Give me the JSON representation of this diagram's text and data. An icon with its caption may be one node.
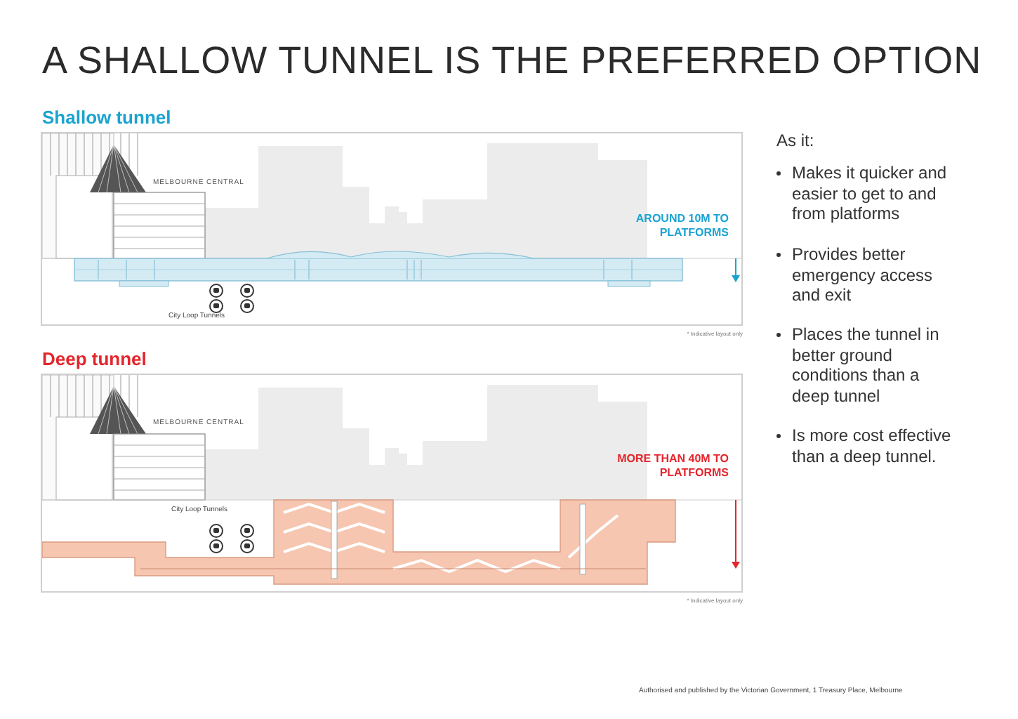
{
  "diagram": {
    "title": "A SHALLOW TUNNEL IS THE PREFERRED OPTION",
    "nodes": [
      {
        "text": [
          "Shallow tunnel",
          "MELBOURNE CENTRAL",
          "AROUND 10M TO PLATFORMS",
          "City Loop Tunnels"
        ],
        "beside": [
          "* Indicative layout only"
        ]
      },
      {
        "text": [
          "Deep tunnel",
          "MELBOURNE CENTRAL",
          "MORE THAN 40M TO PLATFORMS",
          "City Loop Tunnels"
        ],
        "beside": [
          "* Indicative layout only"
        ]
      }
    ],
    "labels": [
      "As it:",
      "Makes it quicker and easier to get to and from platforms",
      "Provides better emergency access and exit",
      "Places the tunnel in better ground conditions than a deep tunnel",
      "Is more cost effective than a deep tunnel.",
      "Authorised and published by the Victorian Government, 1 Treasury Place, Melbourne"
    ]
  }
}
